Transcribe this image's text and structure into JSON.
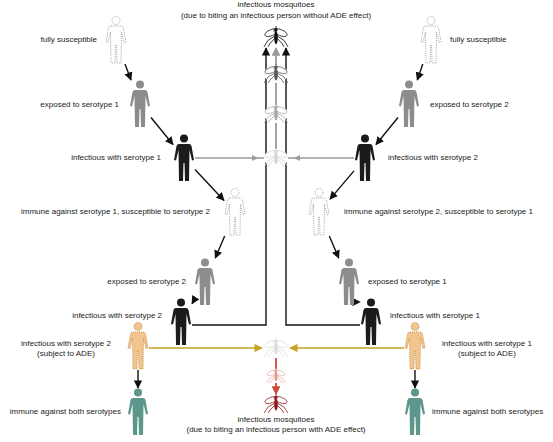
{
  "diagram": {
    "nodes": [
      {
        "text": [
          "infectious mosquitoes",
          "(due to biting an infectious person without ADE effect)"
        ]
      },
      {
        "text": [
          "fully susceptible"
        ]
      },
      {
        "text": [
          "fully susceptible"
        ]
      },
      {
        "text": [
          "exposed to serotype 1"
        ]
      },
      {
        "text": [
          "exposed to serotype 2"
        ]
      },
      {
        "text": [
          "infectious with serotype 1"
        ]
      },
      {
        "text": [
          "infectious with serotype 2"
        ]
      },
      {
        "text": [
          "immune against serotype 1, susceptible to serotype 2"
        ]
      },
      {
        "text": [
          "immune against serotype 2, susceptible to serotype 1"
        ]
      },
      {
        "text": [
          "exposed to serotype 2"
        ]
      },
      {
        "text": [
          "exposed to serotype 1"
        ]
      },
      {
        "text": [
          "infectious with serotype 2"
        ]
      },
      {
        "text": [
          "infectious with serotype 1"
        ]
      },
      {
        "text": [
          "infectious with serotype 2 (subject to ADE)"
        ]
      },
      {
        "text": [
          "infectious with serotype 1 (subject to ADE)"
        ]
      },
      {
        "text": [
          "immune against both serotypes"
        ]
      },
      {
        "text": [
          "immune against both serotypes"
        ]
      },
      {
        "text": [
          "infectious mosquitoes",
          "(due to biting an infectious person with ADE effect)"
        ]
      }
    ],
    "edges": [
      {
        "from": 1,
        "to": 3,
        "arrow": "to"
      },
      {
        "from": 3,
        "to": 5,
        "arrow": "to"
      },
      {
        "from": 5,
        "to": 7,
        "arrow": "to"
      },
      {
        "from": 7,
        "to": 9,
        "arrow": "to"
      },
      {
        "from": 9,
        "to": 11,
        "arrow": "to"
      },
      {
        "from": 13,
        "to": 15,
        "arrow": "to"
      },
      {
        "from": 2,
        "to": 4,
        "arrow": "to"
      },
      {
        "from": 4,
        "to": 6,
        "arrow": "to"
      },
      {
        "from": 6,
        "to": 8,
        "arrow": "to"
      },
      {
        "from": 8,
        "to": 10,
        "arrow": "to"
      },
      {
        "from": 10,
        "to": 12,
        "arrow": "to"
      },
      {
        "from": 14,
        "to": 16,
        "arrow": "to"
      },
      {
        "from": 5,
        "to": 0,
        "arrow": "to"
      },
      {
        "from": 6,
        "to": 0,
        "arrow": "to"
      },
      {
        "from": 11,
        "to": 0,
        "arrow": "to"
      },
      {
        "from": 12,
        "to": 0,
        "arrow": "to"
      },
      {
        "from": 13,
        "to": 17,
        "arrow": "to"
      },
      {
        "from": 14,
        "to": 17,
        "arrow": "to"
      }
    ]
  }
}
